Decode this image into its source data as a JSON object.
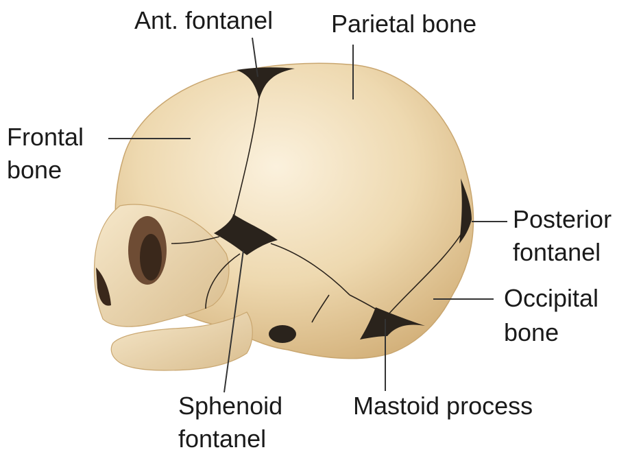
{
  "labels": {
    "ant_fontanel": "Ant. fontanel",
    "parietal_bone": "Parietal bone",
    "frontal_bone_1": "Frontal",
    "frontal_bone_2": "bone",
    "posterior_fontanel_1": "Posterior",
    "posterior_fontanel_2": "fontanel",
    "occipital_bone_1": "Occipital",
    "occipital_bone_2": "bone",
    "sphenoid_fontanel_1": "Sphenoid",
    "sphenoid_fontanel_2": "fontanel",
    "mastoid_process": "Mastoid process"
  },
  "colors": {
    "bone": "#eed9b0",
    "bone_shadow": "#d7b987",
    "bone_highlight": "#faf0dc",
    "fontanel": "#2a231c",
    "leader": "#333333"
  }
}
